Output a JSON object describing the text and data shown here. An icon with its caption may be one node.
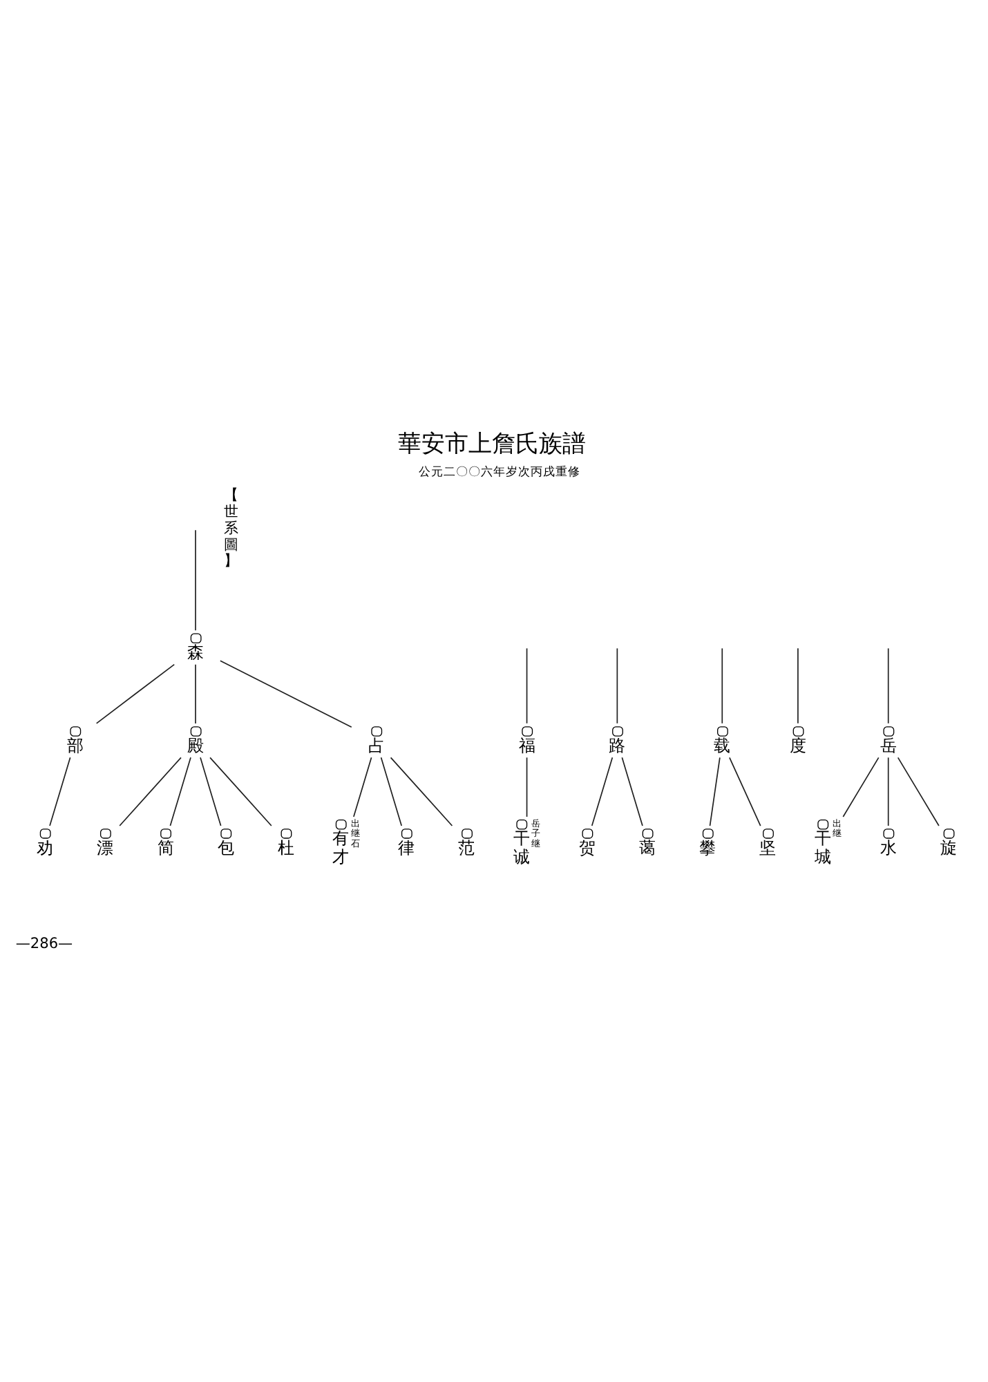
{
  "diagram": {
    "title": "華安市上詹氏族譜",
    "caption": "公元二〇〇六年岁次丙戌重修",
    "nodes": [
      {
        "text": [
          "森"
        ]
      },
      {
        "text": [
          "部"
        ]
      },
      {
        "text": [
          "殿"
        ]
      },
      {
        "text": [
          "占"
        ]
      },
      {
        "text": [
          "福"
        ]
      },
      {
        "text": [
          "路"
        ]
      },
      {
        "text": [
          "载"
        ]
      },
      {
        "text": [
          "度"
        ]
      },
      {
        "text": [
          "岳"
        ]
      },
      {
        "text": [
          "劝"
        ]
      },
      {
        "text": [
          "漂"
        ]
      },
      {
        "text": [
          "简"
        ]
      },
      {
        "text": [
          "包"
        ]
      },
      {
        "text": [
          "杜"
        ]
      },
      {
        "text": [
          "有才"
        ],
        "beside": [
          "出继石"
        ]
      },
      {
        "text": [
          "律"
        ]
      },
      {
        "text": [
          "范"
        ]
      },
      {
        "text": [
          "干诚"
        ],
        "beside": [
          "岳子继"
        ]
      },
      {
        "text": [
          "贺"
        ]
      },
      {
        "text": [
          "蔼"
        ]
      },
      {
        "text": [
          "攀"
        ]
      },
      {
        "text": [
          "坚"
        ]
      },
      {
        "text": [
          "干城"
        ],
        "beside": [
          "出继"
        ]
      },
      {
        "text": [
          "水"
        ]
      },
      {
        "text": [
          "旋"
        ]
      }
    ],
    "edges": [
      {
        "from": null,
        "to": 0,
        "arrow": "none"
      },
      {
        "from": 0,
        "to": 1,
        "arrow": "none"
      },
      {
        "from": 0,
        "to": 2,
        "arrow": "none"
      },
      {
        "from": 0,
        "to": 3,
        "arrow": "none"
      },
      {
        "from": null,
        "to": 4,
        "arrow": "none"
      },
      {
        "from": null,
        "to": 5,
        "arrow": "none"
      },
      {
        "from": null,
        "to": 6,
        "arrow": "none"
      },
      {
        "from": null,
        "to": 7,
        "arrow": "none"
      },
      {
        "from": null,
        "to": 8,
        "arrow": "none"
      },
      {
        "from": 1,
        "to": 9,
        "arrow": "none"
      },
      {
        "from": 2,
        "to": 10,
        "arrow": "none"
      },
      {
        "from": 2,
        "to": 11,
        "arrow": "none"
      },
      {
        "from": 2,
        "to": 12,
        "arrow": "none"
      },
      {
        "from": 2,
        "to": 13,
        "arrow": "none"
      },
      {
        "from": 3,
        "to": 14,
        "arrow": "none"
      },
      {
        "from": 3,
        "to": 15,
        "arrow": "none"
      },
      {
        "from": 3,
        "to": 16,
        "arrow": "none"
      },
      {
        "from": 4,
        "to": 17,
        "arrow": "none"
      },
      {
        "from": 5,
        "to": 18,
        "arrow": "none"
      },
      {
        "from": 5,
        "to": 19,
        "arrow": "none"
      },
      {
        "from": 6,
        "to": 20,
        "arrow": "none"
      },
      {
        "from": 6,
        "to": 21,
        "arrow": "none"
      },
      {
        "from": 8,
        "to": 22,
        "arrow": "none"
      },
      {
        "from": 8,
        "to": 23,
        "arrow": "none"
      },
      {
        "from": 8,
        "to": 24,
        "arrow": "none"
      }
    ],
    "labels": [
      "【世系圖】",
      "—286—"
    ]
  }
}
